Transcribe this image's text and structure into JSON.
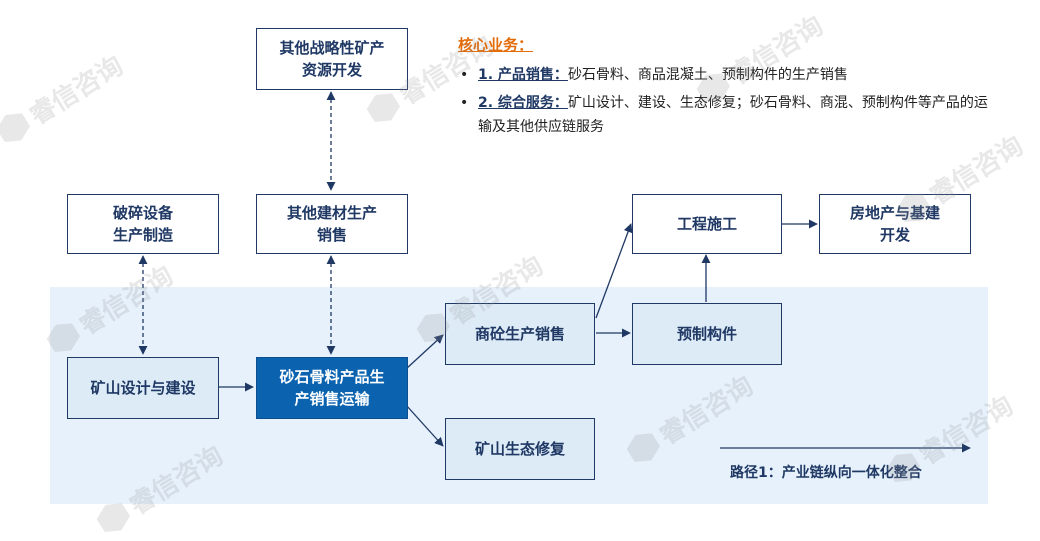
{
  "nodes": {
    "strategic_minerals": [
      "其他战略性矿产",
      "资源开发"
    ],
    "crushing_equipment": [
      "破碎设备",
      "生产制造"
    ],
    "other_building_materials": [
      "其他建材生产",
      "销售"
    ],
    "engineering": [
      "工程施工"
    ],
    "real_estate": [
      "房地产与基建",
      "开发"
    ],
    "concrete_sales": [
      "商砼生产销售"
    ],
    "prefab": [
      "预制构件"
    ],
    "mine_design": [
      "矿山设计与建设"
    ],
    "aggregate_core": [
      "砂石骨料产品生",
      "产销售运输"
    ],
    "eco_restoration": [
      "矿山生态修复"
    ]
  },
  "core_business": {
    "title": "核心业务：",
    "items": [
      {
        "bullet": "•",
        "label": "1. 产品销售：",
        "text": "砂石骨料、商品混凝土、预制构件的生产销售"
      },
      {
        "bullet": "•",
        "label": "2. 综合服务：",
        "text": "矿山设计、建设、生态修复；砂石骨料、商混、预制构件等产品的运输及其他供应链服务"
      }
    ]
  },
  "path_label": "路径1：产业链纵向一体化整合",
  "watermark": "睿信咨询",
  "colors": {
    "navy": "#1f3864",
    "core_blue": "#0b63b0",
    "light_box": "#ddebf7",
    "band": "#e6f1fb",
    "orange": "#e36c09"
  }
}
